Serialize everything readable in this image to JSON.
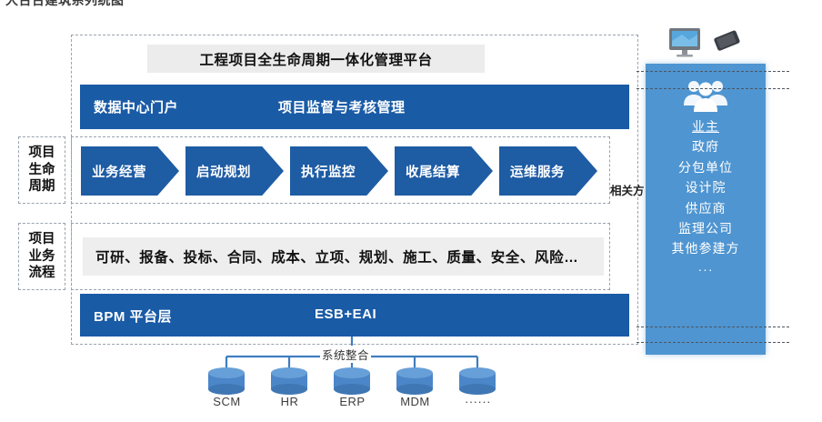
{
  "caption": "大台台建筑系列统图",
  "platform": {
    "title": "工程项目全生命周期一体化管理平台",
    "portal_bar": {
      "left_label": "数据中心门户",
      "mid_label": "项目监督与考核管理"
    },
    "bpm_bar": {
      "left_label": "BPM 平台层",
      "mid_label": "ESB+EAI"
    }
  },
  "side_labels": {
    "lifecycle": [
      "项目",
      "生命",
      "周期"
    ],
    "process": [
      "项目",
      "业务",
      "流程"
    ]
  },
  "lifecycle": {
    "stages": [
      {
        "label": "业务经营"
      },
      {
        "label": "启动规划"
      },
      {
        "label": "执行监控"
      },
      {
        "label": "收尾结算"
      },
      {
        "label": "运维服务"
      }
    ],
    "stakeholder_label": "相关方"
  },
  "business_process": {
    "items_text": "可研、报备、投标、合同、成本、立项、规划、施工、质量、安全、风险…"
  },
  "stakeholder_panel": {
    "icon": "people-group-icon",
    "items": [
      "业主",
      "政府",
      "分包单位",
      "设计院",
      "供应商",
      "监理公司",
      "其他参建方",
      "···"
    ]
  },
  "devices": {
    "monitor_icon": "desktop-monitor-icon",
    "phone_icon": "mobile-phone-icon"
  },
  "systems_integration": {
    "label": "系统整合",
    "databases": [
      "SCM",
      "HR",
      "ERP",
      "MDM",
      "······"
    ]
  },
  "colors": {
    "dark_blue": "#1a5ba6",
    "chevron_blue": "#1e5ca4",
    "panel_blue": "#4f95d1",
    "gray_pill": "#eeeeee",
    "title_gray": "#ececec",
    "dash_border": "#9aa3ad"
  }
}
